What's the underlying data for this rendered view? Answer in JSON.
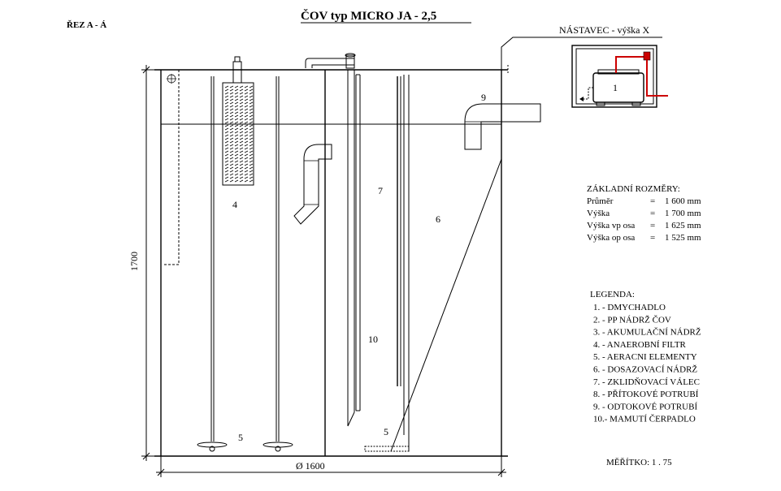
{
  "title": "ČOV typ MICRO JA - 2,5",
  "section_label": "ŘEZ A - Á",
  "extension_label": "NÁSTAVEC - výška X",
  "dimensions": {
    "height": "1700",
    "diameter": "Ø 1600"
  },
  "callouts": {
    "c1": "1",
    "c4": "4",
    "c5a": "5",
    "c5b": "5",
    "c6": "6",
    "c7": "7",
    "c9": "9",
    "c10": "10"
  },
  "base_dimensions": {
    "heading": "ZÁKLADNÍ ROZMĚRY:",
    "rows": [
      {
        "label": "Průměr",
        "eq": "=",
        "value": "1 600 mm"
      },
      {
        "label": "Výška",
        "eq": "=",
        "value": "1 700 mm"
      },
      {
        "label": "Výška vp osa",
        "eq": "=",
        "value": "1 625 mm"
      },
      {
        "label": "Výška op osa",
        "eq": "=",
        "value": "1 525 mm"
      }
    ]
  },
  "legend": {
    "heading": "LEGENDA:",
    "items": [
      "1. - DMYCHADLO",
      "2. - PP NÁDRŽ ČOV",
      "3. - AKUMULAČNÍ NÁDRŽ",
      "4. - ANAEROBNÍ FILTR",
      "5. - AERACNI ELEMENTY",
      "6. - DOSAZOVACÍ NÁDRŽ",
      "7. - ZKLIDŇOVACÍ VÁLEC",
      "8. - PŘÍTOKOVÉ POTRUBÍ",
      "9. - ODTOKOVÉ POTRUBÍ",
      "10.- MAMUTÍ ČERPADLO"
    ]
  },
  "scale": "MĚŘÍTKO: 1 . 75",
  "colors": {
    "line": "#000000",
    "air_line": "#cc0000"
  }
}
